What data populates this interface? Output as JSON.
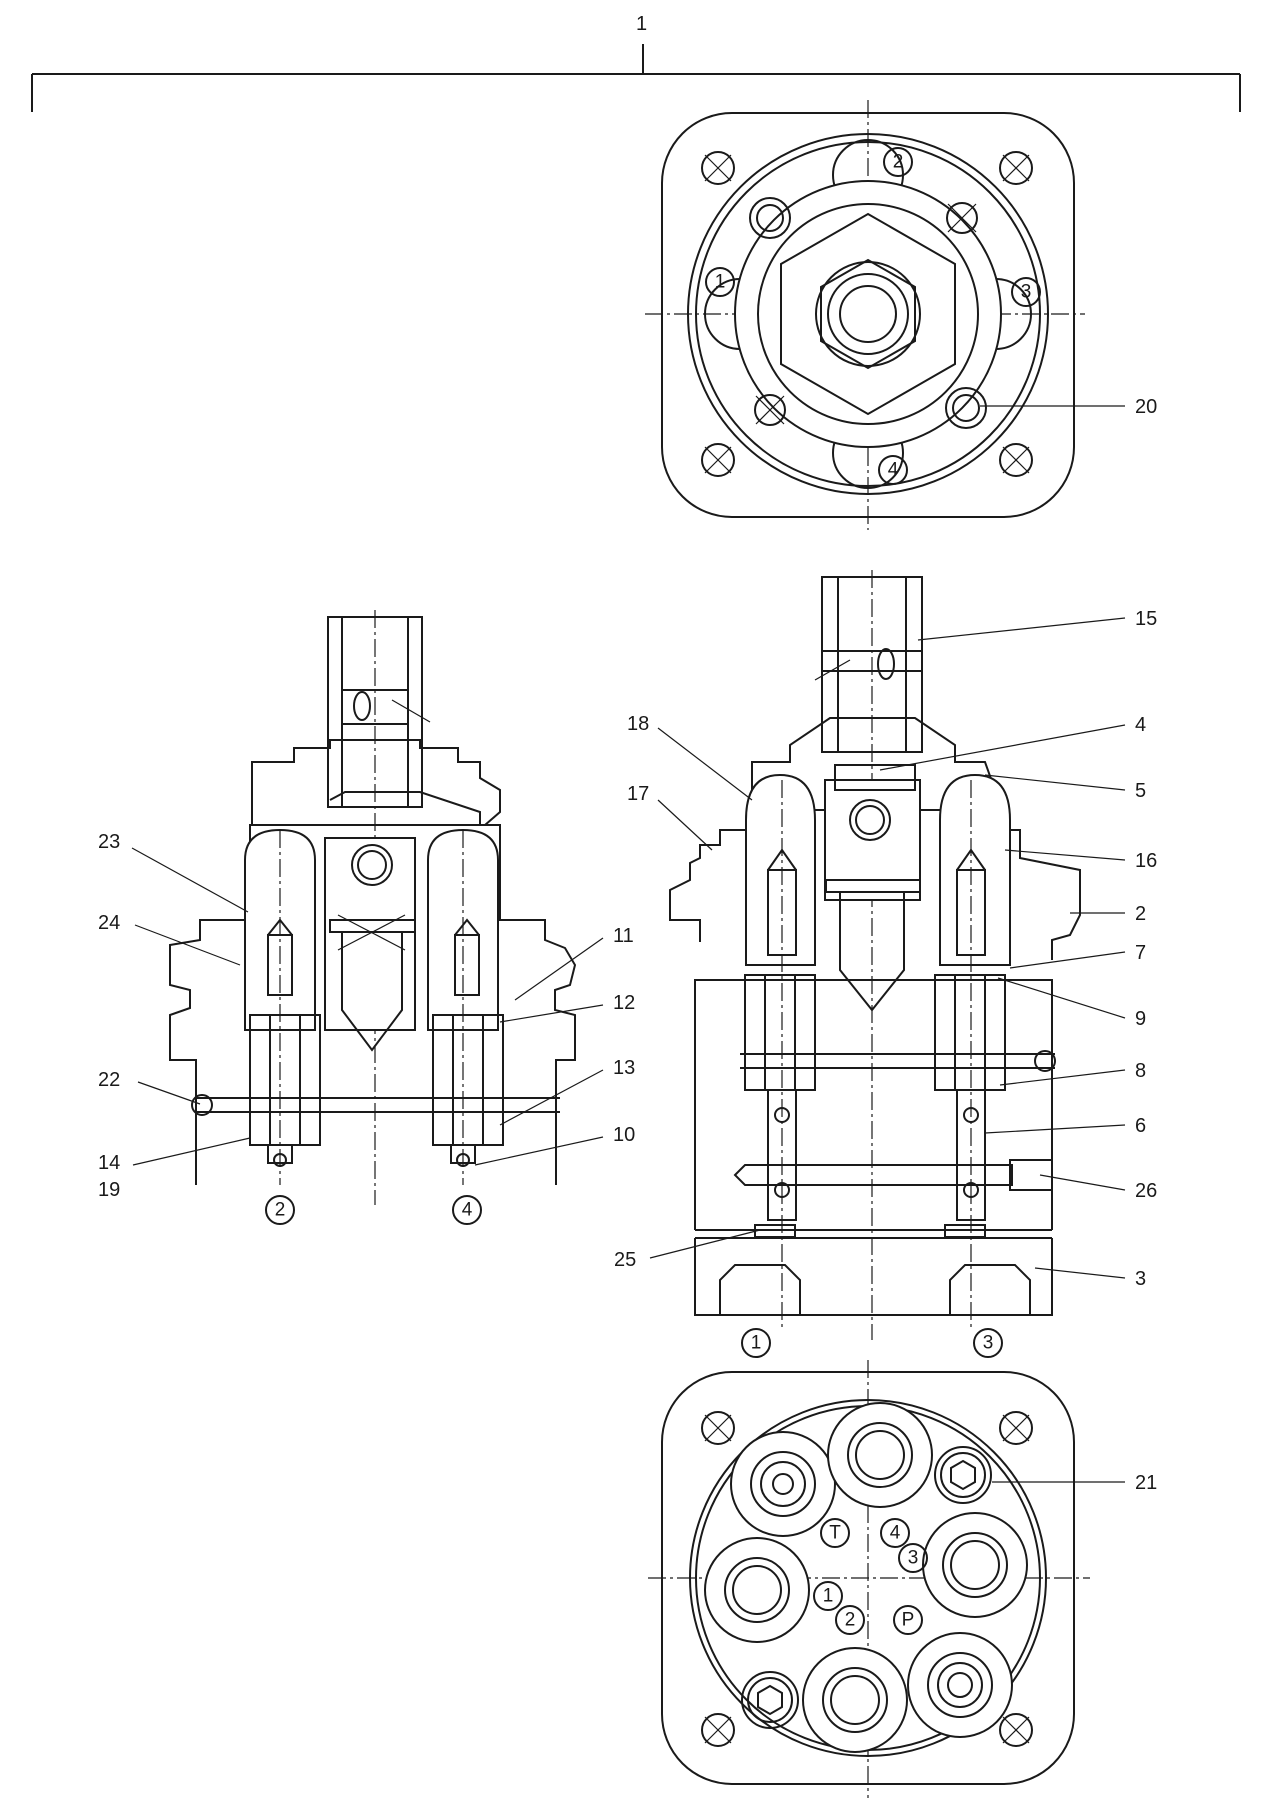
{
  "title_callout": "1",
  "callouts": {
    "c2": "2",
    "c3": "3",
    "c4": "4",
    "c5": "5",
    "c6": "6",
    "c7": "7",
    "c8": "8",
    "c9": "9",
    "c10": "10",
    "c11": "11",
    "c12": "12",
    "c13": "13",
    "c14": "14",
    "c15": "15",
    "c16": "16",
    "c17": "17",
    "c18": "18",
    "c19": "19",
    "c20": "20",
    "c21": "21",
    "c22": "22",
    "c23": "23",
    "c24": "24",
    "c25": "25",
    "c26": "26"
  },
  "port_markers": {
    "top_1": "1",
    "top_2": "2",
    "top_3": "3",
    "top_4": "4",
    "left_2": "2",
    "left_4": "4",
    "mid_1": "1",
    "mid_3": "3",
    "bot_T": "T",
    "bot_4": "4",
    "bot_3": "3",
    "bot_1": "1",
    "bot_2": "2",
    "bot_P": "P"
  }
}
